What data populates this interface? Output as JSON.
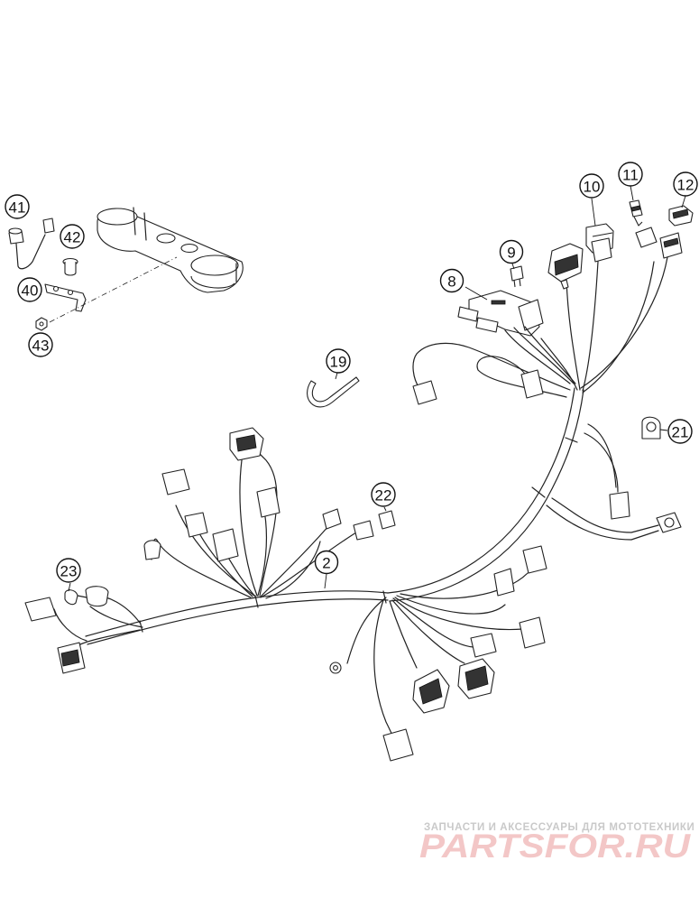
{
  "callouts": {
    "c2": "2",
    "c8": "8",
    "c9": "9",
    "c10": "10",
    "c11": "11",
    "c12": "12",
    "c19": "19",
    "c21": "21",
    "c22": "22",
    "c23": "23",
    "c40": "40",
    "c41": "41",
    "c42": "42",
    "c43": "43"
  },
  "watermark": {
    "tagline": "ЗАПЧАСТИ И АКСЕССУАРЫ ДЛЯ МОТОТЕХНИКИ",
    "logo": "PARTSFOR.RU",
    "color": "#f3c7c7"
  }
}
